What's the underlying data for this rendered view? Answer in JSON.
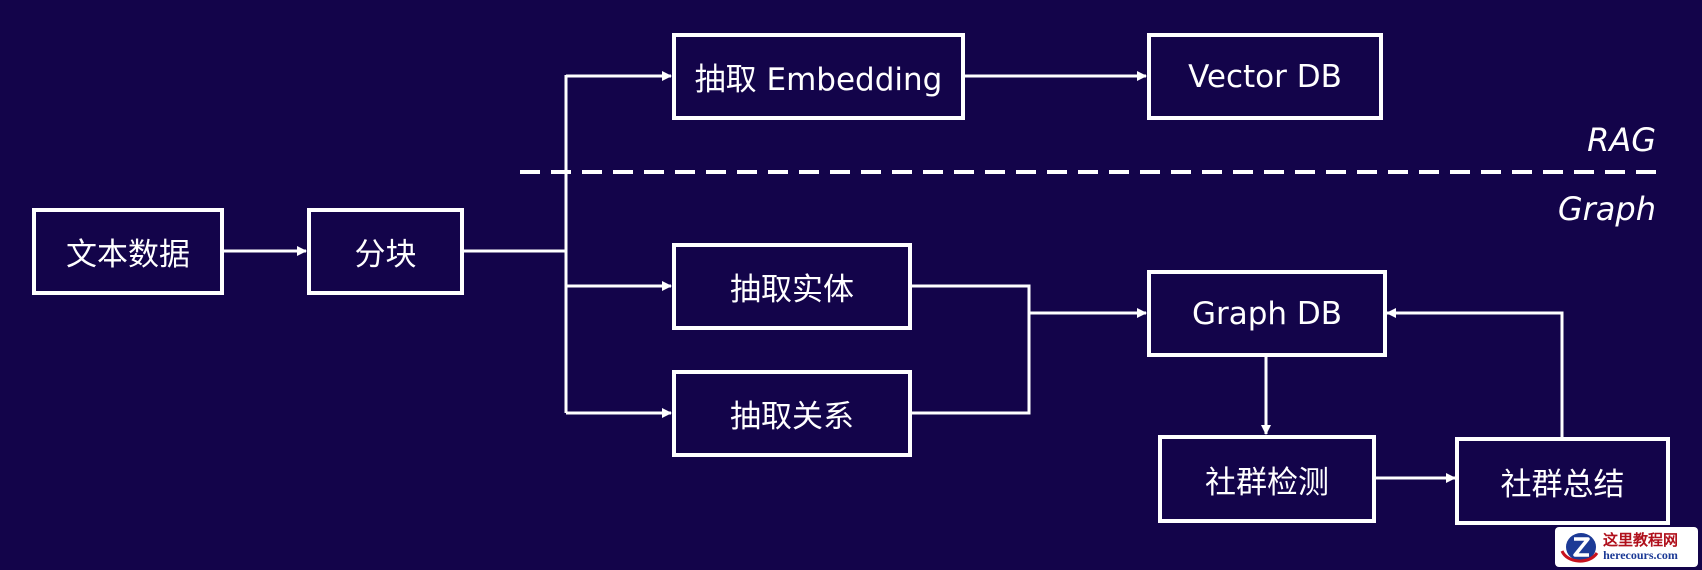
{
  "nodes": {
    "text_data": "文本数据",
    "chunk": "分块",
    "extract_embedding": "抽取 Embedding",
    "vector_db": "Vector DB",
    "extract_entity": "抽取实体",
    "extract_relation": "抽取关系",
    "graph_db": "Graph DB",
    "community_detection": "社群检测",
    "community_summary": "社群总结"
  },
  "regions": {
    "rag": "RAG",
    "graph": "Graph"
  },
  "watermark": {
    "cn": "这里教程网",
    "en": "herecours.com"
  },
  "colors": {
    "background": "#13044a",
    "foreground": "#ffffff"
  }
}
